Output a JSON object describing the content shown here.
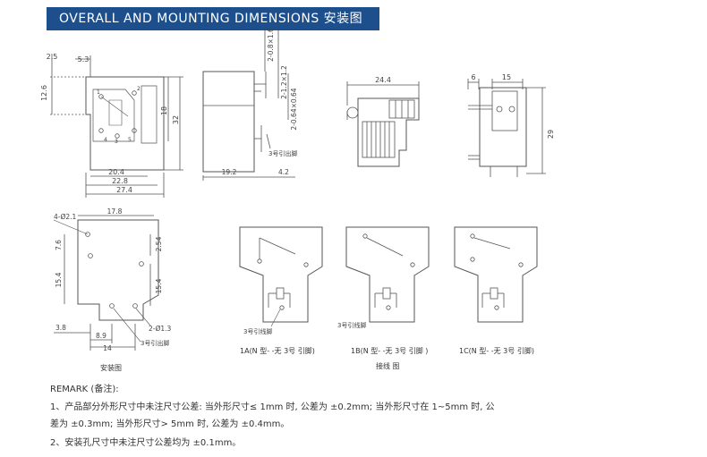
{
  "header": {
    "title": "OVERALL AND MOUNTING  DIMENSIONS 安装图"
  },
  "views": {
    "front": {
      "dims": [
        "2.5",
        "5.3",
        "12.6",
        "18",
        "32",
        "20.4",
        "22.8",
        "27.4"
      ],
      "pins": [
        "1",
        "2",
        "4",
        "3",
        "5"
      ]
    },
    "side": {
      "dims": [
        "2-0.8×1.6",
        "2-1.2×1.2",
        "2-0.64×0.64",
        "19.2",
        "4.2"
      ],
      "label": "3号引出脚"
    },
    "top": {
      "dims": [
        "24.4"
      ]
    },
    "right": {
      "dims": [
        "6",
        "15",
        "29"
      ]
    },
    "mounting": {
      "dims": [
        "4-Ø2.1",
        "17.8",
        "7.6",
        "2.54",
        "15.4",
        "15.4",
        "3.8",
        "8.9",
        "14",
        "2-Ø1.3"
      ],
      "label": "3号引出脚",
      "caption": "安装图"
    },
    "wiring": {
      "lead_labels": [
        "3号引线脚",
        "3号引线脚"
      ],
      "captions": [
        "1A(N 型- -无 3号 引脚)",
        "1B(N 型- -无 3号 引脚 )",
        "1C(N 型- -无 3号 引脚)"
      ],
      "group_caption": "接线 图"
    }
  },
  "remark": {
    "title": "REMARK (备注):",
    "line1": "1、产品部分外形尺寸中未注尺寸公差: 当外形尺寸≤ 1mm 时, 公差为 ±0.2mm; 当外形尺寸在 1~5mm 时, 公",
    "line2": "差为 ±0.3mm; 当外形尺寸> 5mm 时, 公差为 ±0.4mm。",
    "line3": "2、安装孔尺寸中未注尺寸公差均为 ±0.1mm。"
  }
}
